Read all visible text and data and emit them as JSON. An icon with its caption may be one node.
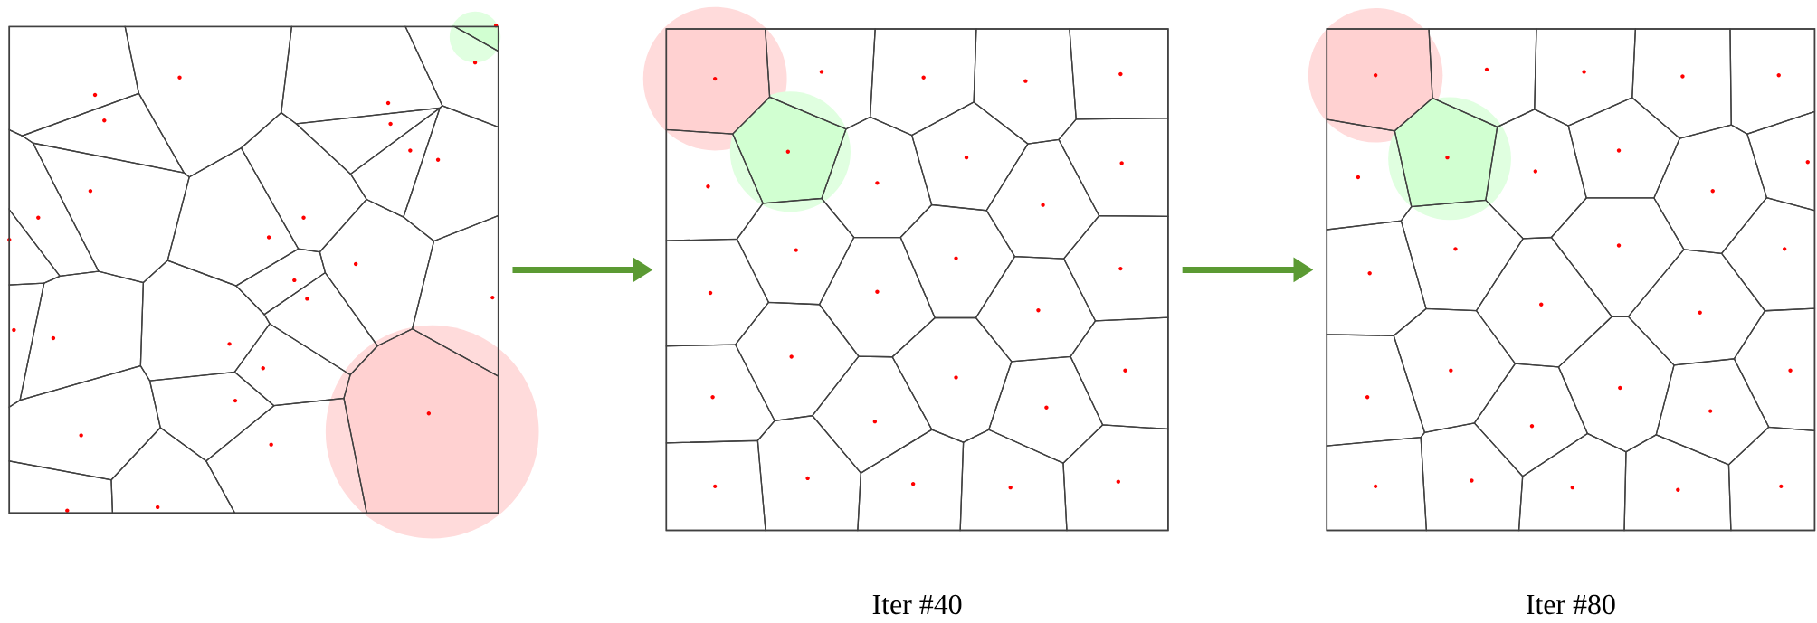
{
  "diagram": {
    "nodes": [
      {
        "text": [],
        "shape": "box"
      },
      {
        "text": [
          "Iter #40"
        ]
      },
      {
        "text": [
          "Iter #80"
        ]
      }
    ],
    "edges": [
      {
        "from": 0,
        "to": 1,
        "arrow": "to"
      },
      {
        "from": 1,
        "to": 2,
        "arrow": "to"
      }
    ]
  }
}
